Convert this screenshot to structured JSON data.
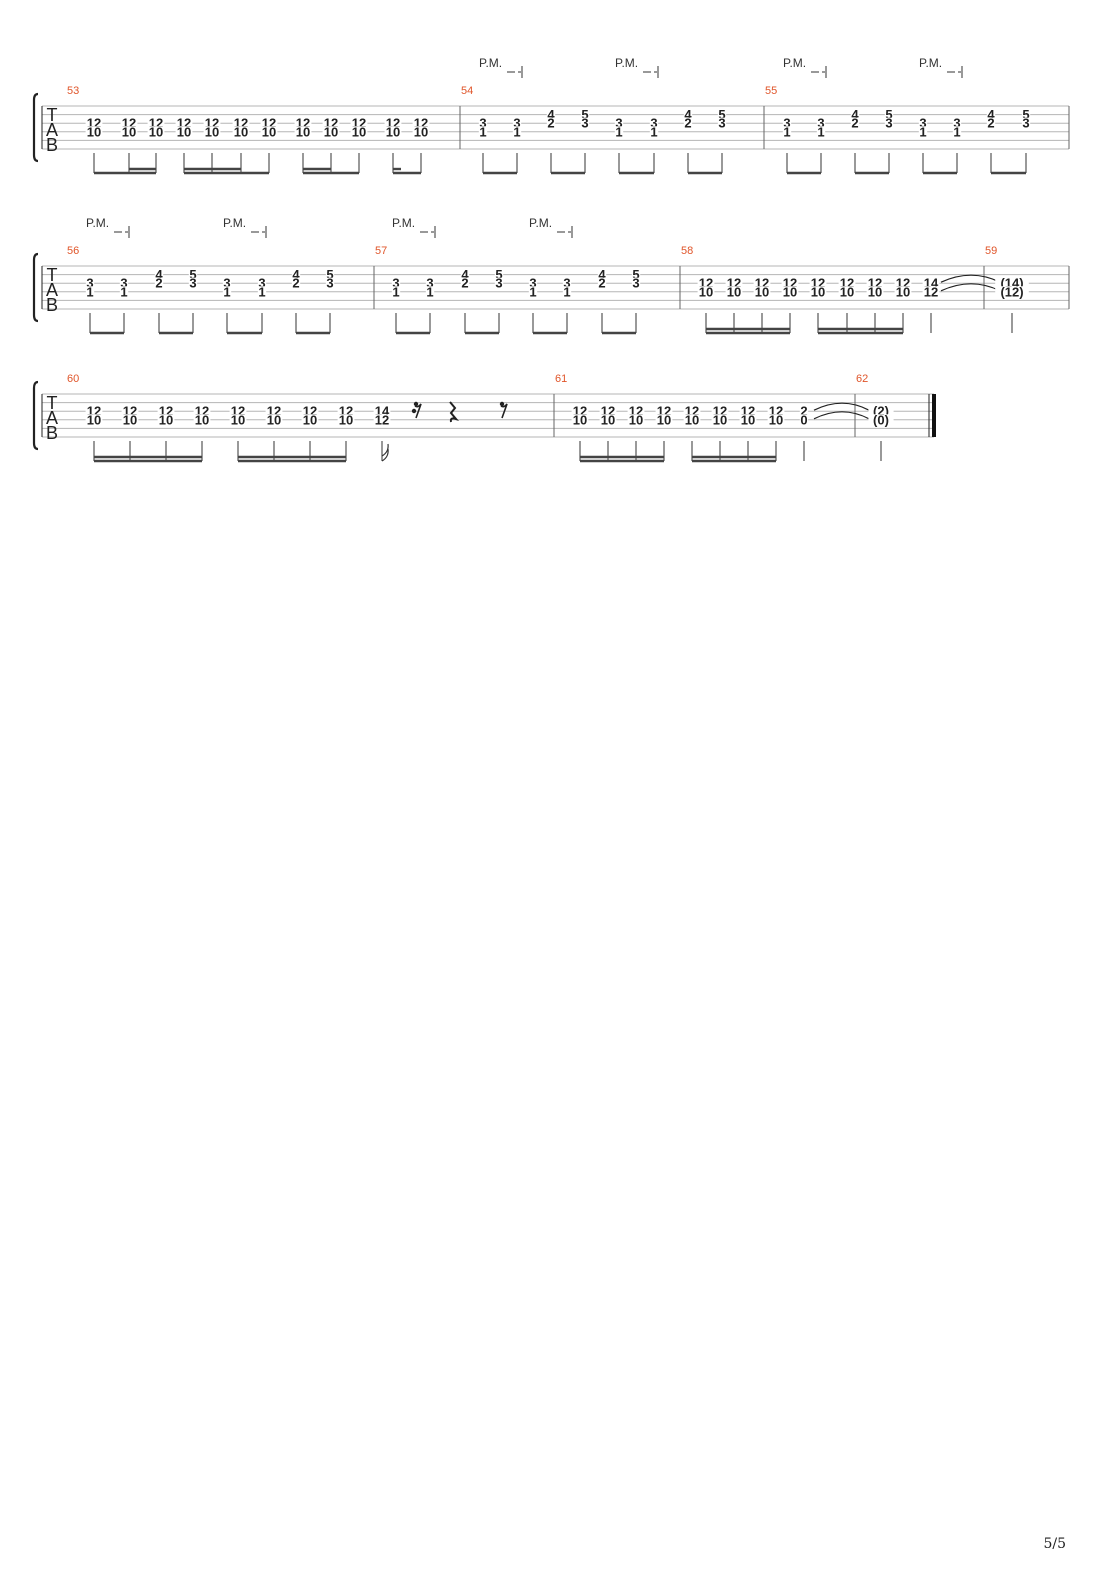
{
  "tab_letters": [
    "T",
    "A",
    "B"
  ],
  "palm_mute_label": "P.M.",
  "page_number": "5/5",
  "systems": [
    {
      "measures": [
        {
          "number": "53",
          "pm": [],
          "rests": [],
          "events": [
            {
              "frets": {
                "2": "12",
                "3": "10"
              }
            },
            {
              "frets": {
                "2": "12",
                "3": "10"
              }
            },
            {
              "frets": {
                "2": "12",
                "3": "10"
              }
            },
            {
              "frets": {
                "2": "12",
                "3": "10"
              }
            },
            {
              "frets": {
                "2": "12",
                "3": "10"
              }
            },
            {
              "frets": {
                "2": "12",
                "3": "10"
              }
            },
            {
              "frets": {
                "2": "12",
                "3": "10"
              }
            },
            {
              "frets": {
                "2": "12",
                "3": "10"
              }
            },
            {
              "frets": {
                "2": "12",
                "3": "10"
              }
            },
            {
              "frets": {
                "2": "12",
                "3": "10"
              }
            },
            {
              "frets": {
                "2": "12",
                "3": "10"
              }
            },
            {
              "frets": {
                "2": "12",
                "3": "10"
              }
            }
          ]
        },
        {
          "number": "54",
          "pm": [
            0,
            4
          ],
          "rests": [],
          "events": [
            {
              "frets": {
                "2": "3",
                "3": "1"
              }
            },
            {
              "frets": {
                "2": "3",
                "3": "1"
              }
            },
            {
              "frets": {
                "1": "4",
                "2": "2"
              }
            },
            {
              "frets": {
                "1": "5",
                "2": "3"
              }
            },
            {
              "frets": {
                "2": "3",
                "3": "1"
              }
            },
            {
              "frets": {
                "2": "3",
                "3": "1"
              }
            },
            {
              "frets": {
                "1": "4",
                "2": "2"
              }
            },
            {
              "frets": {
                "1": "5",
                "2": "3"
              }
            }
          ]
        },
        {
          "number": "55",
          "pm": [
            0,
            4
          ],
          "rests": [],
          "events": [
            {
              "frets": {
                "2": "3",
                "3": "1"
              }
            },
            {
              "frets": {
                "2": "3",
                "3": "1"
              }
            },
            {
              "frets": {
                "1": "4",
                "2": "2"
              }
            },
            {
              "frets": {
                "1": "5",
                "2": "3"
              }
            },
            {
              "frets": {
                "2": "3",
                "3": "1"
              }
            },
            {
              "frets": {
                "2": "3",
                "3": "1"
              }
            },
            {
              "frets": {
                "1": "4",
                "2": "2"
              }
            },
            {
              "frets": {
                "1": "5",
                "2": "3"
              }
            }
          ]
        }
      ]
    },
    {
      "measures": [
        {
          "number": "56",
          "pm": [
            0,
            4
          ],
          "rests": [],
          "events": [
            {
              "frets": {
                "2": "3",
                "3": "1"
              }
            },
            {
              "frets": {
                "2": "3",
                "3": "1"
              }
            },
            {
              "frets": {
                "1": "4",
                "2": "2"
              }
            },
            {
              "frets": {
                "1": "5",
                "2": "3"
              }
            },
            {
              "frets": {
                "2": "3",
                "3": "1"
              }
            },
            {
              "frets": {
                "2": "3",
                "3": "1"
              }
            },
            {
              "frets": {
                "1": "4",
                "2": "2"
              }
            },
            {
              "frets": {
                "1": "5",
                "2": "3"
              }
            }
          ]
        },
        {
          "number": "57",
          "pm": [
            0,
            4
          ],
          "rests": [],
          "events": [
            {
              "frets": {
                "2": "3",
                "3": "1"
              }
            },
            {
              "frets": {
                "2": "3",
                "3": "1"
              }
            },
            {
              "frets": {
                "1": "4",
                "2": "2"
              }
            },
            {
              "frets": {
                "1": "5",
                "2": "3"
              }
            },
            {
              "frets": {
                "2": "3",
                "3": "1"
              }
            },
            {
              "frets": {
                "2": "3",
                "3": "1"
              }
            },
            {
              "frets": {
                "1": "4",
                "2": "2"
              }
            },
            {
              "frets": {
                "1": "5",
                "2": "3"
              }
            }
          ]
        },
        {
          "number": "58",
          "pm": [],
          "rests": [],
          "events": [
            {
              "frets": {
                "2": "12",
                "3": "10"
              }
            },
            {
              "frets": {
                "2": "12",
                "3": "10"
              }
            },
            {
              "frets": {
                "2": "12",
                "3": "10"
              }
            },
            {
              "frets": {
                "2": "12",
                "3": "10"
              }
            },
            {
              "frets": {
                "2": "12",
                "3": "10"
              }
            },
            {
              "frets": {
                "2": "12",
                "3": "10"
              }
            },
            {
              "frets": {
                "2": "12",
                "3": "10"
              }
            },
            {
              "frets": {
                "2": "12",
                "3": "10"
              }
            },
            {
              "frets": {
                "2": "14",
                "3": "12"
              },
              "tied_to_next": true
            }
          ]
        },
        {
          "number": "59",
          "pm": [],
          "rests": [],
          "events": [
            {
              "frets": {
                "2": "(14)",
                "3": "(12)"
              }
            }
          ]
        }
      ]
    },
    {
      "measures": [
        {
          "number": "60",
          "pm": [],
          "rests": [
            "sixteenth-rest",
            "quarter-rest",
            "eighth-rest"
          ],
          "events": [
            {
              "frets": {
                "2": "12",
                "3": "10"
              }
            },
            {
              "frets": {
                "2": "12",
                "3": "10"
              }
            },
            {
              "frets": {
                "2": "12",
                "3": "10"
              }
            },
            {
              "frets": {
                "2": "12",
                "3": "10"
              }
            },
            {
              "frets": {
                "2": "12",
                "3": "10"
              }
            },
            {
              "frets": {
                "2": "12",
                "3": "10"
              }
            },
            {
              "frets": {
                "2": "12",
                "3": "10"
              }
            },
            {
              "frets": {
                "2": "12",
                "3": "10"
              }
            },
            {
              "frets": {
                "2": "14",
                "3": "12"
              }
            }
          ]
        },
        {
          "number": "61",
          "pm": [],
          "rests": [],
          "events": [
            {
              "frets": {
                "2": "12",
                "3": "10"
              }
            },
            {
              "frets": {
                "2": "12",
                "3": "10"
              }
            },
            {
              "frets": {
                "2": "12",
                "3": "10"
              }
            },
            {
              "frets": {
                "2": "12",
                "3": "10"
              }
            },
            {
              "frets": {
                "2": "12",
                "3": "10"
              }
            },
            {
              "frets": {
                "2": "12",
                "3": "10"
              }
            },
            {
              "frets": {
                "2": "12",
                "3": "10"
              }
            },
            {
              "frets": {
                "2": "12",
                "3": "10"
              }
            },
            {
              "frets": {
                "2": "2",
                "3": "0"
              },
              "tied_to_next": true
            }
          ]
        },
        {
          "number": "62",
          "pm": [],
          "rests": [],
          "final_barline": true,
          "events": [
            {
              "frets": {
                "2": "(2)",
                "3": "(0)"
              }
            }
          ]
        }
      ]
    }
  ]
}
